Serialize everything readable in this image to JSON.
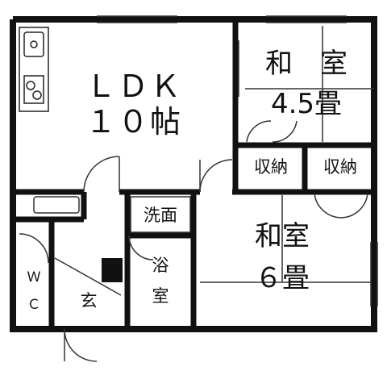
{
  "rooms": {
    "ldk": {
      "line1": "ＬＤＫ",
      "line2": "１０帖"
    },
    "washitsu45": {
      "line1": "和　室",
      "line2": "4.5畳"
    },
    "shuno1": "収納",
    "shuno2": "収納",
    "senmen": "洗面",
    "washitsu6": {
      "line1": "和室",
      "line2": "６畳"
    },
    "yokushitsu": {
      "line1": "浴",
      "line2": "室"
    },
    "wc": {
      "line1": "Ｗ",
      "line2": "Ｃ"
    },
    "genkan": "玄"
  }
}
